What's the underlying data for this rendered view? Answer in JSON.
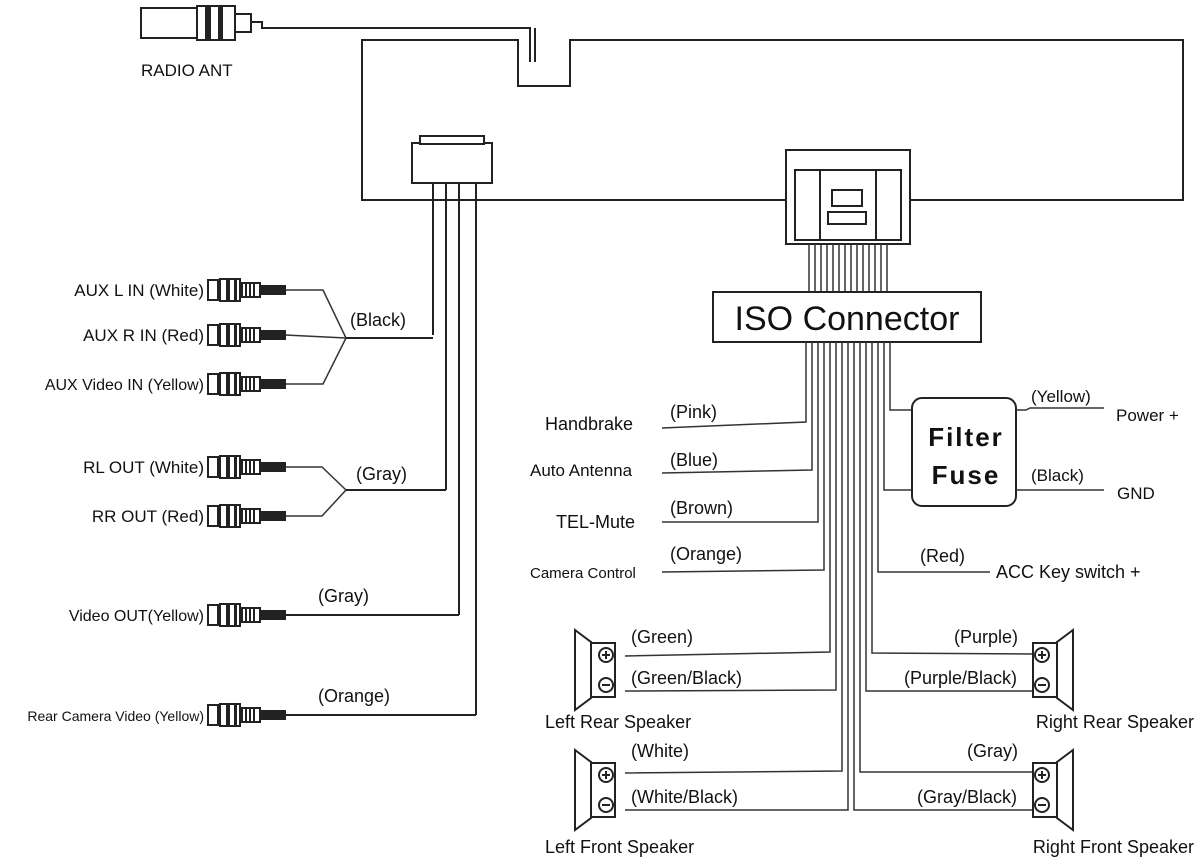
{
  "radio_ant": "RADIO ANT",
  "iso_connector": "ISO Connector",
  "filter_fuse": {
    "line1": "Filter",
    "line2": "Fuse"
  },
  "left_inputs": {
    "aux_l_in": "AUX L IN (White)",
    "aux_r_in": "AUX R IN (Red)",
    "aux_video_in": "AUX Video IN (Yellow)",
    "rl_out": "RL OUT (White)",
    "rr_out": "RR OUT (Red)",
    "video_out": "Video OUT(Yellow)",
    "rear_camera_video": "Rear Camera Video (Yellow)"
  },
  "left_wire_colors": {
    "black": "(Black)",
    "gray_audio": "(Gray)",
    "gray_video": "(Gray)",
    "orange": "(Orange)"
  },
  "iso_left": [
    {
      "function": "Handbrake",
      "color": "(Pink)"
    },
    {
      "function": "Auto Antenna",
      "color": "(Blue)"
    },
    {
      "function": "TEL-Mute",
      "color": "(Brown)"
    },
    {
      "function": "Camera Control",
      "color": "(Orange)"
    }
  ],
  "iso_right": {
    "power": {
      "color": "(Yellow)",
      "function": "Power +"
    },
    "gnd": {
      "color": "(Black)",
      "function": "GND"
    },
    "acc": {
      "color": "(Red)",
      "function": "ACC Key switch +"
    }
  },
  "speakers": {
    "left_rear": {
      "label": "Left Rear Speaker",
      "pos": "(Green)",
      "neg": "(Green/Black)"
    },
    "right_rear": {
      "label": "Right Rear Speaker",
      "pos": "(Purple)",
      "neg": "(Purple/Black)"
    },
    "left_front": {
      "label": "Left Front Speaker",
      "pos": "(White)",
      "neg": "(White/Black)"
    },
    "right_front": {
      "label": "Right Front Speaker",
      "pos": "(Gray)",
      "neg": "(Gray/Black)"
    }
  }
}
